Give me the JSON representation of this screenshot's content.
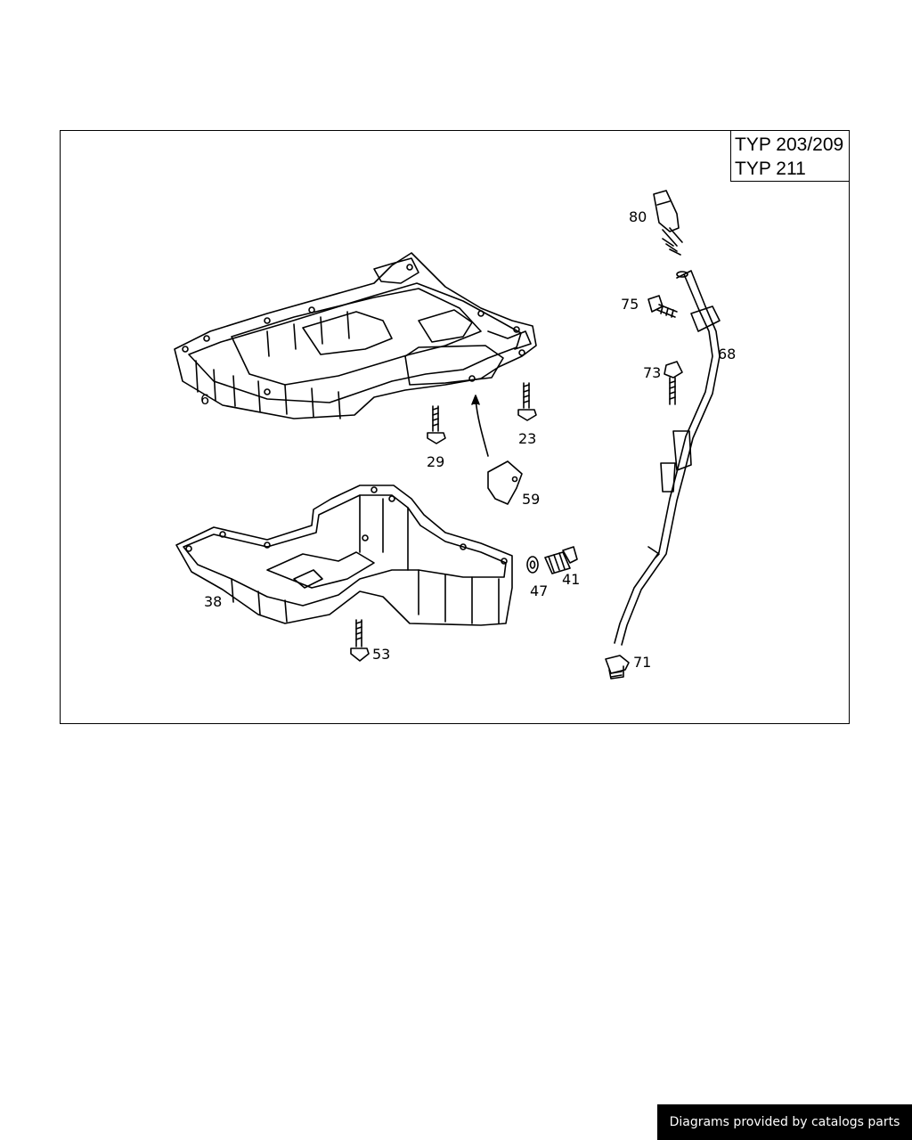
{
  "type_labels": [
    "TYP 203/209",
    "TYP 211"
  ],
  "callouts": {
    "c6": "6",
    "c23": "23",
    "c29": "29",
    "c38": "38",
    "c41": "41",
    "c47": "47",
    "c53": "53",
    "c59": "59",
    "c68": "68",
    "c71": "71",
    "c73": "73",
    "c75": "75",
    "c80": "80"
  },
  "footer": "Diagrams provided by catalogs parts"
}
